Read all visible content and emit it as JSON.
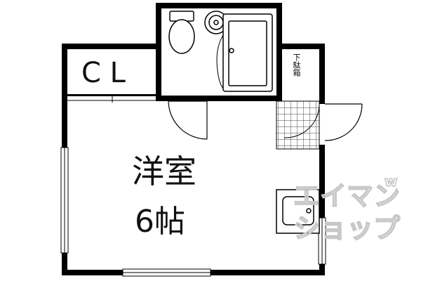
{
  "rooms": {
    "closet": "C L",
    "room_type": "洋室",
    "room_size": "6帖",
    "shoe_box": "下駄箱"
  },
  "watermark": {
    "main": "エイマン",
    "sub": "ショップ",
    "corner": "w"
  },
  "colors": {
    "wall": "#000000",
    "hatch": "#444444",
    "watermark": "#c7c7c7"
  }
}
